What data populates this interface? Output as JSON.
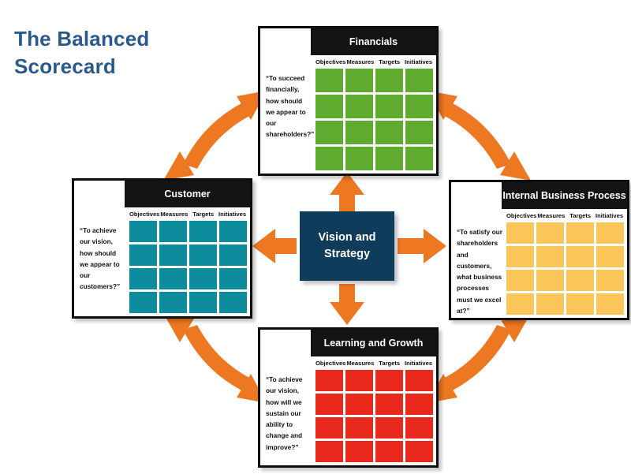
{
  "title": {
    "line1": "The Balanced",
    "line2": "Scorecard",
    "color": "#2A5A8C"
  },
  "center": {
    "label": "Vision and Strategy",
    "line1": "Vision and",
    "line2": "Strategy",
    "bg_color": "#103C5C",
    "text_color": "#FFFFFF"
  },
  "columns": [
    "Objectives",
    "Measures",
    "Targets",
    "Initiatives"
  ],
  "grid": {
    "rows": 4,
    "cols": 4
  },
  "arrow_color": "#EE7722",
  "header_bg": "#141414",
  "perspectives": [
    {
      "id": "financials",
      "title": "Financials",
      "quote": "“To succeed financially, how should we appear to our shareholders?”",
      "color": "#5FAB30",
      "columns": [
        "Objectives",
        "Measures",
        "Targets",
        "Initiatives"
      ]
    },
    {
      "id": "customer",
      "title": "Customer",
      "quote": "“To achieve our vision, how should we appear to our customers?”",
      "color": "#0D8C9E",
      "columns": [
        "Objectives",
        "Measures",
        "Targets",
        "Initiatives"
      ]
    },
    {
      "id": "internal-business-process",
      "title": "Internal Business Process",
      "quote": "“To satisfy our shareholders and customers, what business processes must we excel at?”",
      "color": "#FCC55A",
      "columns": [
        "Objectives",
        "Measures",
        "Targets",
        "Initiatives"
      ]
    },
    {
      "id": "learning-and-growth",
      "title": "Learning and Growth",
      "quote": "“To achieve our vision, how will we sustain our ability to change and improve?”",
      "color": "#E8291C",
      "columns": [
        "Objectives",
        "Measures",
        "Targets",
        "Initiatives"
      ]
    }
  ],
  "connectors": [
    {
      "name": "center-to-financials",
      "direction": "up",
      "type": "single"
    },
    {
      "name": "center-to-customer",
      "direction": "left",
      "type": "single"
    },
    {
      "name": "center-to-internal-business-process",
      "direction": "right",
      "type": "single"
    },
    {
      "name": "center-to-learning-and-growth",
      "direction": "down",
      "type": "single"
    },
    {
      "name": "customer-to-financials",
      "direction": "both",
      "type": "curved-double"
    },
    {
      "name": "financials-to-internal-business-process",
      "direction": "both",
      "type": "curved-double"
    },
    {
      "name": "internal-business-process-to-learning-and-growth",
      "direction": "both",
      "type": "curved-double"
    },
    {
      "name": "learning-and-growth-to-customer",
      "direction": "both",
      "type": "curved-double"
    }
  ]
}
